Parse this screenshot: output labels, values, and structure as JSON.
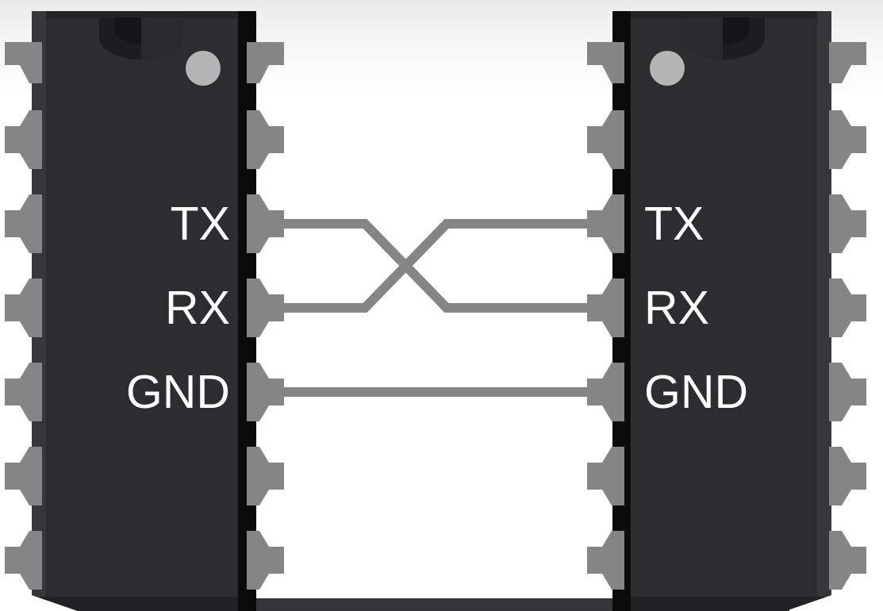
{
  "diagram": {
    "type": "ic-serial-wiring-diagram",
    "description_visible_elements": "two DIP integrated circuits connected by three wires; TX and RX wires cross over, GND wire runs straight"
  },
  "left_chip": {
    "name": "left-ic",
    "pins_per_side": 7,
    "has_notch": true,
    "has_pin1_dot": true,
    "labels": [
      {
        "id": "tx",
        "text": "TX"
      },
      {
        "id": "rx",
        "text": "RX"
      },
      {
        "id": "gnd",
        "text": "GND"
      }
    ]
  },
  "right_chip": {
    "name": "right-ic",
    "pins_per_side": 7,
    "has_notch": true,
    "has_pin1_dot": true,
    "labels": [
      {
        "id": "tx",
        "text": "TX"
      },
      {
        "id": "rx",
        "text": "RX"
      },
      {
        "id": "gnd",
        "text": "GND"
      }
    ]
  },
  "connections": [
    {
      "from": "left-ic.TX",
      "to": "right-ic.RX",
      "style": "crossover"
    },
    {
      "from": "left-ic.RX",
      "to": "right-ic.TX",
      "style": "crossover"
    },
    {
      "from": "left-ic.GND",
      "to": "right-ic.GND",
      "style": "straight"
    }
  ],
  "colors": {
    "background_top": "#eaeaea",
    "background_bottom": "#ffffff",
    "chip_body": "#2d2d2f",
    "chip_inner_edge": "#0b0b0b",
    "chip_outer_bevel": "#37373a",
    "chip_top_bevel": "#242426",
    "notch_dark": "#1d1d1f",
    "notch_darker": "#151517",
    "pin1_dot": "#b5b5b5",
    "pin_gray": "#858585",
    "wire_gray": "#858585",
    "label_text": "#ffffff",
    "bottom_bar": "#353537"
  }
}
